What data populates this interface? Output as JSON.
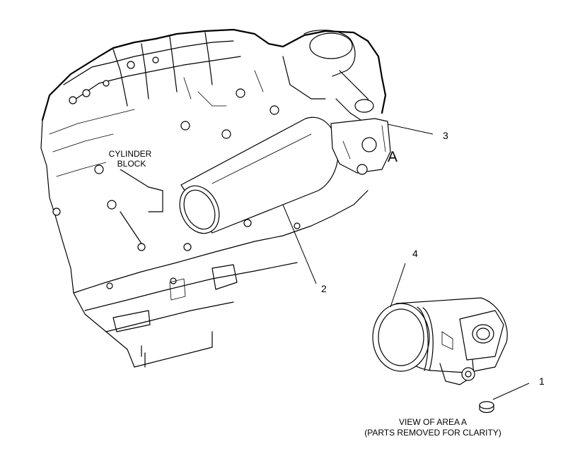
{
  "labels": {
    "block_line1": "CYLINDER",
    "block_line2": "BLOCK",
    "area": "A",
    "view_line1": "VIEW OF AREA  A",
    "view_line2": "(PARTS REMOVED FOR CLARITY)"
  },
  "callouts": [
    "1",
    "2",
    "3",
    "4"
  ]
}
